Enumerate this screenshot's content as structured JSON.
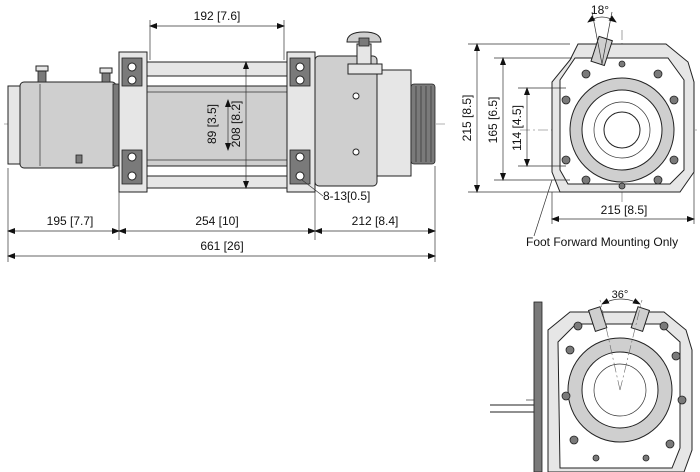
{
  "dimensions": {
    "top_width": "192 [7.6]",
    "motor_length": "195 [7.7]",
    "drum_length": "254 [10]",
    "gear_length": "212 [8.4]",
    "total_length": "661 [26]",
    "inner_height": "89 [3.5]",
    "drum_height": "208 [8.2]",
    "bolts": "8-13[0.5]",
    "side_height_outer": "215 [8.5]",
    "side_height_mid": "165 [6.5]",
    "side_height_inner": "114 [4.5]",
    "side_width": "215 [8.5]",
    "angle_top": "18°",
    "angle_bottom": "36°"
  },
  "notes": {
    "foot_forward": "Foot Forward Mounting Only"
  }
}
